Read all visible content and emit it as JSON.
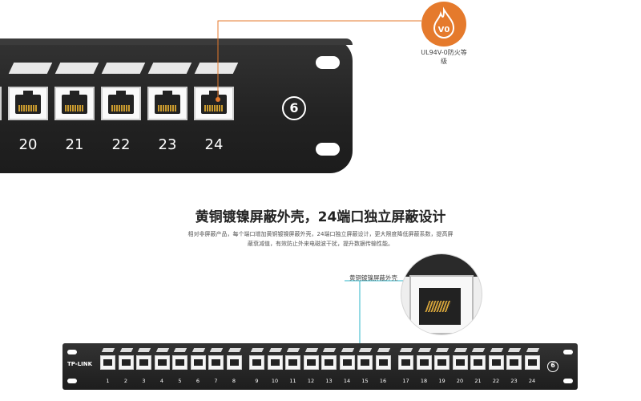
{
  "top_closeup": {
    "port_numbers": [
      "20",
      "21",
      "22",
      "23",
      "24"
    ],
    "category_badge": "6"
  },
  "callout": {
    "icon_text": "V0",
    "label": "UL94V-0防火等级"
  },
  "feature": {
    "headline": "黄铜镀镍屏蔽外壳，24端口独立屏蔽设计",
    "description_line1": "相对非屏蔽产品，每个端口增加黄铜镀镍屏蔽外壳，24端口独立屏蔽设计，更大限度降低屏蔽系数，提高屏",
    "description_line2": "蔽衰减值，有效防止外来电磁波干扰，提升数据传输性能。",
    "shield_label": "黄铜镀镍屏蔽外壳"
  },
  "patch_panel": {
    "brand": "TP-LINK",
    "category_badge": "6",
    "port_numbers": [
      "1",
      "2",
      "3",
      "4",
      "5",
      "6",
      "7",
      "8",
      "9",
      "10",
      "11",
      "12",
      "13",
      "14",
      "15",
      "16",
      "17",
      "18",
      "19",
      "20",
      "21",
      "22",
      "23",
      "24"
    ]
  },
  "colors": {
    "accent_orange": "#e57a2c",
    "callout_line_cyan": "#2bb5c9",
    "panel_dark": "#222222"
  }
}
